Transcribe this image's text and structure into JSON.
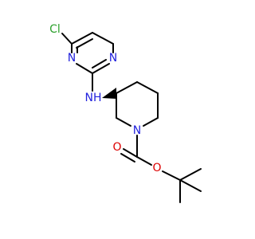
{
  "molecule": {
    "atoms": {
      "chlorine": {
        "label": "Cl",
        "color": "#2ca02c"
      },
      "pyrimidine_n1": {
        "label": "N",
        "color": "#2222dd"
      },
      "pyrimidine_n3": {
        "label": "N",
        "color": "#2222dd"
      },
      "amine_nh": {
        "label": "NH",
        "color": "#2222dd"
      },
      "piperidine_n": {
        "label": "N",
        "color": "#2222dd"
      },
      "carbonyl_o": {
        "label": "O",
        "color": "#dd0000"
      },
      "ester_o": {
        "label": "O",
        "color": "#dd0000"
      }
    },
    "bond_color": "#000000",
    "stereo": "wedge"
  }
}
